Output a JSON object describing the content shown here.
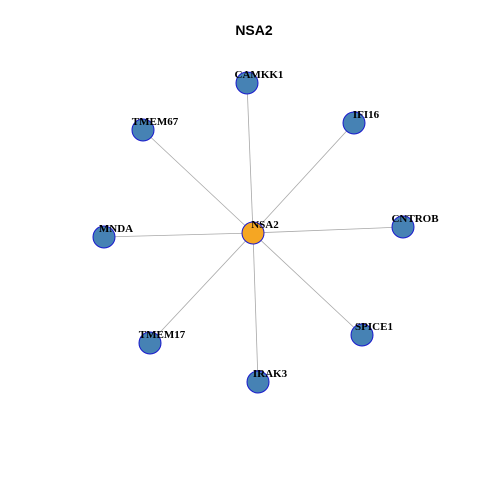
{
  "title": "NSA2",
  "colors": {
    "center_fill": "#f5a623",
    "node_fill": "#4682b4",
    "node_stroke": "#1a1acd",
    "edge": "#a8a8a8"
  },
  "graph": {
    "center": {
      "id": "NSA2",
      "label": "NSA2"
    },
    "neighbors": [
      {
        "id": "CAMKK1",
        "label": "CAMKK1"
      },
      {
        "id": "IFI16",
        "label": "IFI16"
      },
      {
        "id": "CNTROB",
        "label": "CNTROB"
      },
      {
        "id": "SPICE1",
        "label": "SPICE1"
      },
      {
        "id": "IRAK3",
        "label": "IRAK3"
      },
      {
        "id": "TMEM17",
        "label": "TMEM17"
      },
      {
        "id": "MNDA",
        "label": "MNDA"
      },
      {
        "id": "TMEM67",
        "label": "TMEM67"
      }
    ],
    "edges": [
      [
        "NSA2",
        "CAMKK1"
      ],
      [
        "NSA2",
        "IFI16"
      ],
      [
        "NSA2",
        "CNTROB"
      ],
      [
        "NSA2",
        "SPICE1"
      ],
      [
        "NSA2",
        "IRAK3"
      ],
      [
        "NSA2",
        "TMEM17"
      ],
      [
        "NSA2",
        "MNDA"
      ],
      [
        "NSA2",
        "TMEM67"
      ]
    ]
  }
}
